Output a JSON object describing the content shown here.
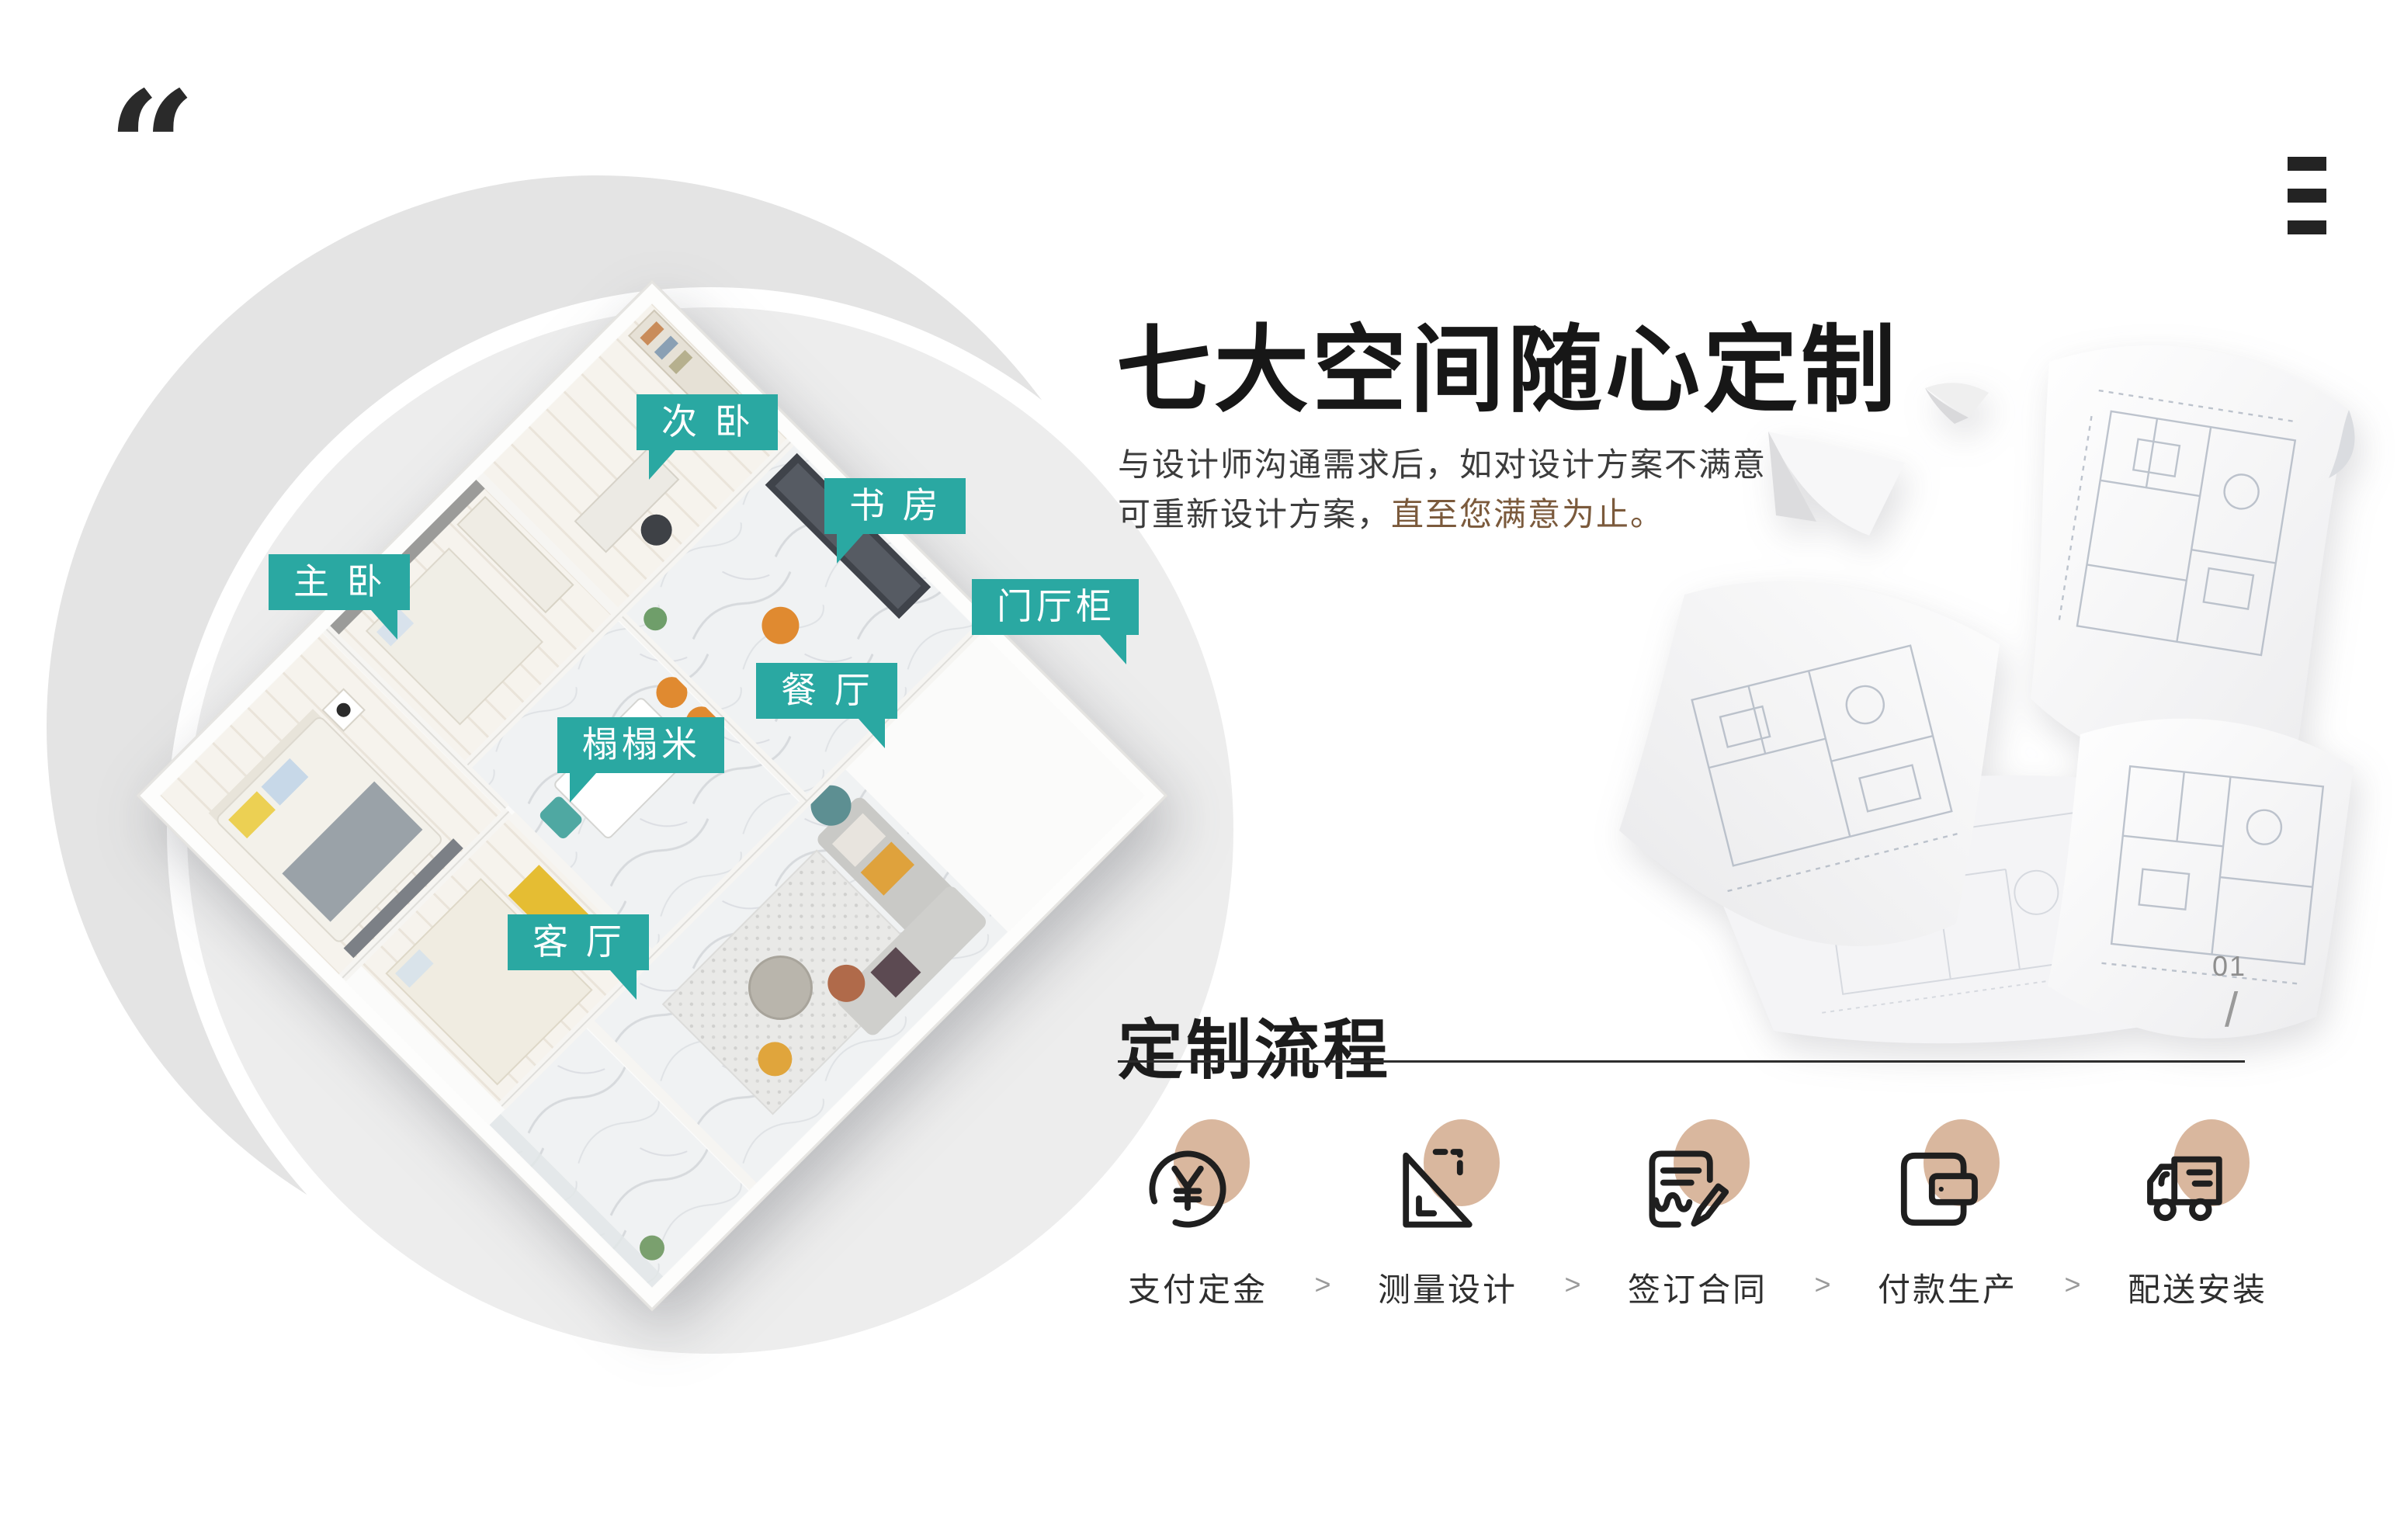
{
  "page": {
    "quote_mark": "“",
    "title": "七大空间随心定制",
    "subtitle_line1": "与设计师沟通需求后，如对设计方案不满意",
    "subtitle_line2_prefix": "可重新设计方案，",
    "subtitle_line2_highlight": "直至您满意为止。",
    "section_heading": "定制流程",
    "page_number": "01",
    "page_number_slash": "/"
  },
  "floorplan": {
    "labels": [
      {
        "name": "secondary-bedroom",
        "text": "次 卧"
      },
      {
        "name": "study-room",
        "text": "书 房"
      },
      {
        "name": "master-bedroom",
        "text": "主 卧"
      },
      {
        "name": "hallway-cabinet",
        "text": "门厅柜"
      },
      {
        "name": "dining-room",
        "text": "餐 厅"
      },
      {
        "name": "tatami-room",
        "text": "榻榻米"
      },
      {
        "name": "living-room",
        "text": "客 厅"
      }
    ]
  },
  "process": {
    "separator": ">",
    "steps": [
      {
        "label": "支付定金",
        "icon": "yen-coin-icon"
      },
      {
        "label": "测量设计",
        "icon": "set-square-icon"
      },
      {
        "label": "签订合同",
        "icon": "contract-pen-icon"
      },
      {
        "label": "付款生产",
        "icon": "wallet-icon"
      },
      {
        "label": "配送安装",
        "icon": "truck-icon"
      }
    ]
  },
  "colors": {
    "tag_teal": "#2AA8A2",
    "highlight_brown": "#7B5A3C",
    "icon_blob_beige": "#D9B79E",
    "circle_gray": "#E4E4E4",
    "ink": "#1F1F1F",
    "body_text": "#3C3C3C",
    "muted_gray": "#9A9A9A"
  }
}
